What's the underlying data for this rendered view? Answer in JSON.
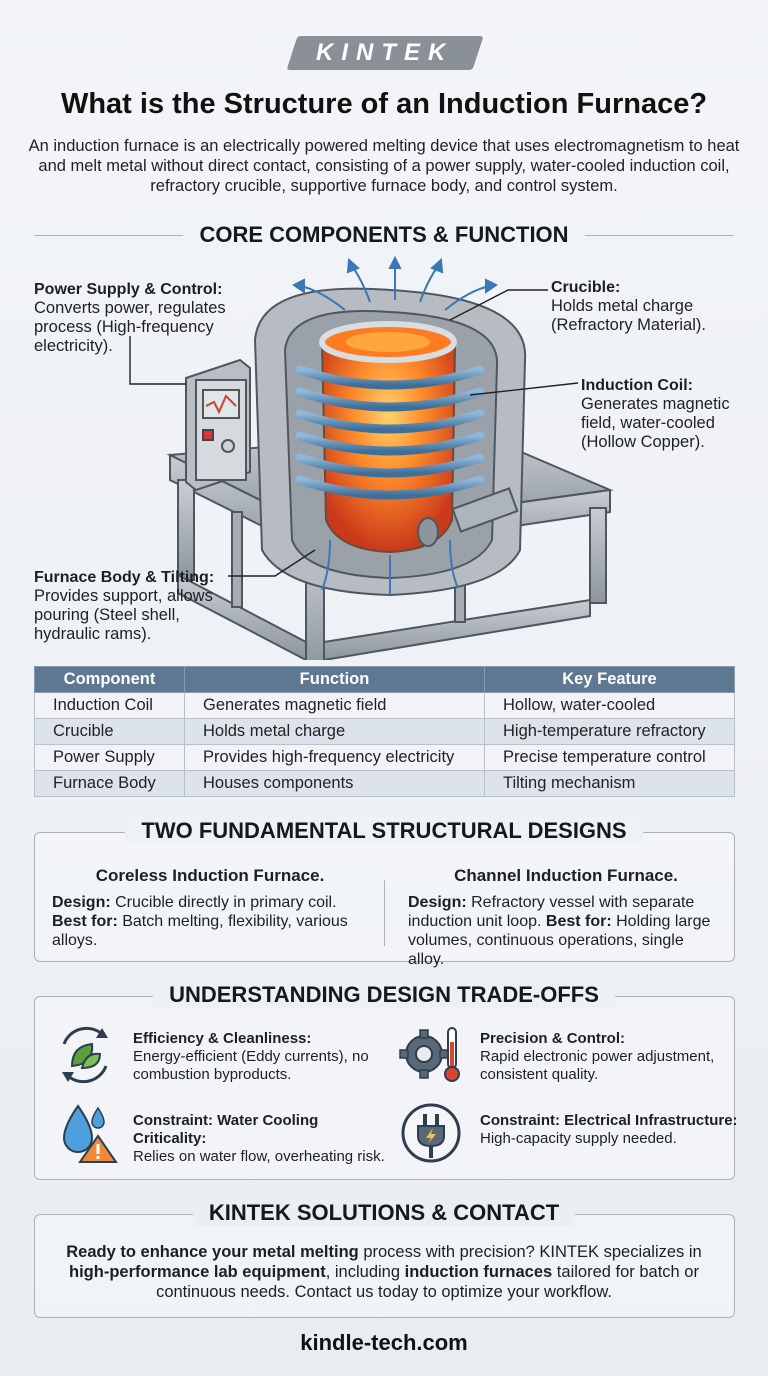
{
  "brand": "KINTEK",
  "title": "What is the Structure of an Induction Furnace?",
  "intro": "An induction furnace is an electrically powered melting device that uses electromagnetism to heat and melt metal without direct contact, consisting of a power supply, water-cooled induction coil, refractory crucible, supportive furnace body, and control system.",
  "sections": {
    "core": "CORE COMPONENTS & FUNCTION",
    "designs": "TWO FUNDAMENTAL STRUCTURAL DESIGNS",
    "tradeoffs": "UNDERSTANDING DESIGN TRADE-OFFS",
    "solutions": "KINTEK SOLUTIONS & CONTACT"
  },
  "callouts": {
    "power": {
      "title": "Power Supply & Control:",
      "text": "Converts power, regulates process (High-frequency electricity)."
    },
    "crucible": {
      "title": "Crucible:",
      "text": "Holds metal charge (Refractory Material)."
    },
    "coil": {
      "title": "Induction Coil:",
      "text": "Generates magnetic field, water-cooled (Hollow Copper)."
    },
    "body": {
      "title": "Furnace Body & Tilting:",
      "text": "Provides support, allows pouring (Steel shell, hydraulic rams)."
    }
  },
  "table": {
    "headers": [
      "Component",
      "Function",
      "Key Feature"
    ],
    "rows": [
      [
        "Induction Coil",
        "Generates magnetic field",
        "Hollow, water-cooled"
      ],
      [
        "Crucible",
        "Holds metal charge",
        "High-temperature refractory"
      ],
      [
        "Power Supply",
        "Provides high-frequency electricity",
        "Precise temperature control"
      ],
      [
        "Furnace Body",
        "Houses components",
        "Tilting mechanism"
      ]
    ]
  },
  "designs": {
    "coreless": {
      "title": "Coreless Induction Furnace.",
      "design_label": "Design:",
      "design": "Crucible directly in primary coil.",
      "best_label": "Best for:",
      "best": "Batch melting, flexibility, various alloys."
    },
    "channel": {
      "title": "Channel Induction Furnace.",
      "design_label": "Design:",
      "design": "Refractory vessel with separate induction unit loop.",
      "best_label": "Best for:",
      "best": "Holding large volumes, continuous operations, single alloy."
    }
  },
  "tradeoffs": [
    {
      "title": "Efficiency & Cleanliness:",
      "text": "Energy-efficient (Eddy currents), no combustion byproducts.",
      "icon": "leaf-recycle-icon"
    },
    {
      "title": "Precision & Control:",
      "text": "Rapid electronic power adjustment, consistent quality.",
      "icon": "gear-thermometer-icon"
    },
    {
      "title": "Constraint: Water Cooling Criticality:",
      "text": "Relies on water flow, overheating risk.",
      "icon": "water-warning-icon"
    },
    {
      "title": "Constraint: Electrical Infrastructure:",
      "text": "High-capacity supply needed.",
      "icon": "plug-icon"
    }
  ],
  "contact": {
    "p1_bold": "Ready to enhance your metal melting",
    "p1": " process with precision? KINTEK specializes in ",
    "p2_bold": "high-performance lab equipment",
    "p2": ", including ",
    "p3_bold": "induction furnaces",
    "p3": " tailored for batch or continuous needs. Contact us today to optimize your workflow."
  },
  "footer": "kindle-tech.com"
}
